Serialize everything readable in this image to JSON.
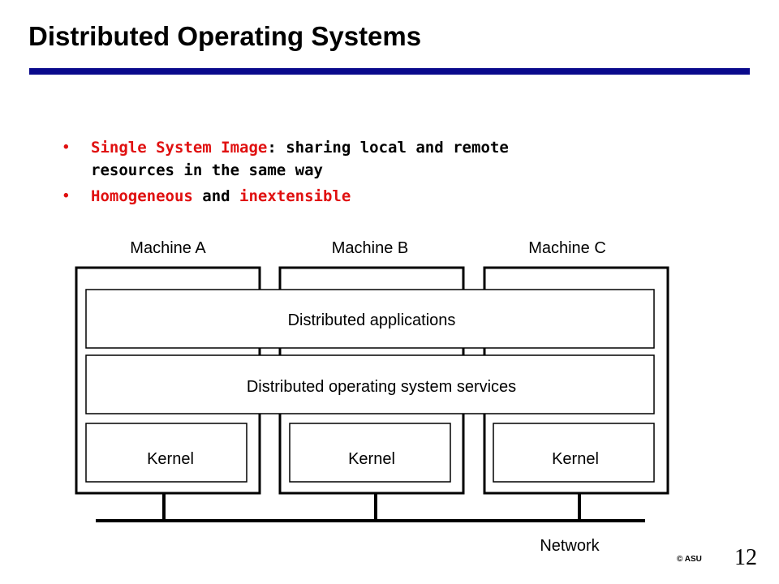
{
  "slide": {
    "title": "Distributed Operating Systems",
    "rule_color": "#0a0a8c",
    "bullets": [
      {
        "highlight": "Single System Image",
        "rest_line1": ": sharing local and remote",
        "rest_line2": "resources in the same way"
      },
      {
        "part1": "Homogeneous",
        "connector": " and ",
        "part2": "inextensible"
      }
    ],
    "highlight_color": "#e01010"
  },
  "diagram": {
    "machines": [
      {
        "label": "Machine A",
        "kernel": "Kernel"
      },
      {
        "label": "Machine B",
        "kernel": "Kernel"
      },
      {
        "label": "Machine C",
        "kernel": "Kernel"
      }
    ],
    "layer_apps": "Distributed applications",
    "layer_services": "Distributed operating system services",
    "network_label": "Network"
  },
  "footer": {
    "copyright": "© ASU",
    "page_number": "12"
  }
}
